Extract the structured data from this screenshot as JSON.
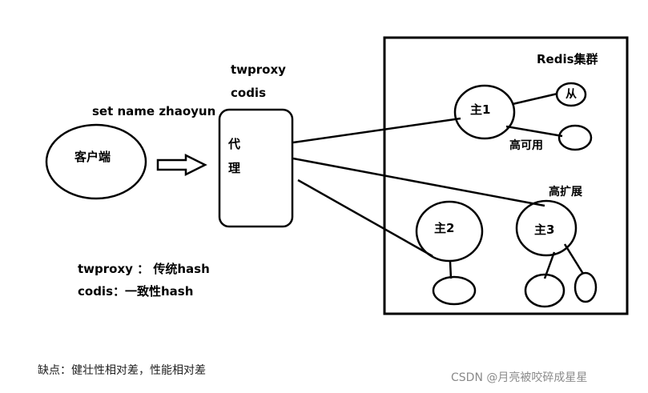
{
  "client": {
    "label": "客户端"
  },
  "command": {
    "label": "set name zhaoyun"
  },
  "proxy": {
    "names": [
      "twproxy",
      "codis"
    ],
    "box_chars": [
      "代",
      "理"
    ]
  },
  "cluster": {
    "title": "Redis集群",
    "masters": [
      {
        "label": "主1",
        "slave_label": "从",
        "note": "高可用"
      },
      {
        "label": "主2"
      },
      {
        "label": "主3",
        "note": "高扩展"
      }
    ]
  },
  "hash_notes": [
    "twproxy  ：  传统hash",
    "codis：一致性hash"
  ],
  "drawback": "缺点：健壮性相对差，性能相对差",
  "watermark": "CSDN @月亮被咬碎成星星"
}
